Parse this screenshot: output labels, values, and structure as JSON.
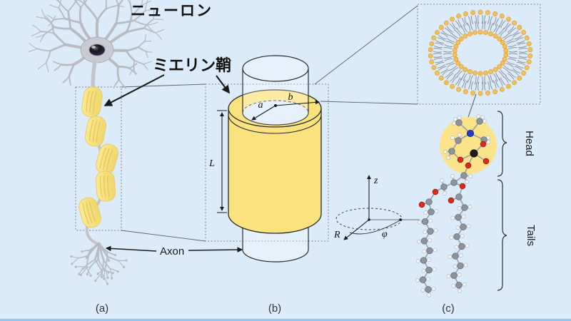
{
  "figure": {
    "neuron_label_jp": "ニューロン",
    "myelin_label_jp": "ミエリン鞘",
    "axon_label": "Axon",
    "panel_a": "(a)",
    "panel_b": "(b)",
    "panel_c": "(c)",
    "dim_length": "L",
    "dim_inner_radius": "a",
    "dim_outer_radius": "b",
    "axis_z": "z",
    "axis_R": "R",
    "axis_phi": "φ",
    "head_label": "Head",
    "tails_label": "Tails"
  },
  "colors": {
    "background": "#dcebf9",
    "bottom_bar": "#9cc4e8",
    "myelin_yellow": "#fae37f",
    "myelin_segment": "#f6e07c",
    "outline": "#2b2b2b",
    "lipid_head": "#f2c05a",
    "lipid_head_edge": "#dd9f33",
    "lipid_tail": "#8d939e",
    "neuron_gray": "#b9bbc3",
    "soma_gray": "#c9cad2",
    "highlight": "#fbe38a",
    "atom_c": "#8d949e",
    "atom_h": "#f3f4f6",
    "atom_o": "#d92b1f",
    "atom_n": "#2637cc",
    "atom_p": "#1c1c1c",
    "box_stroke": "#7a8088",
    "connector": "#5a6470"
  }
}
